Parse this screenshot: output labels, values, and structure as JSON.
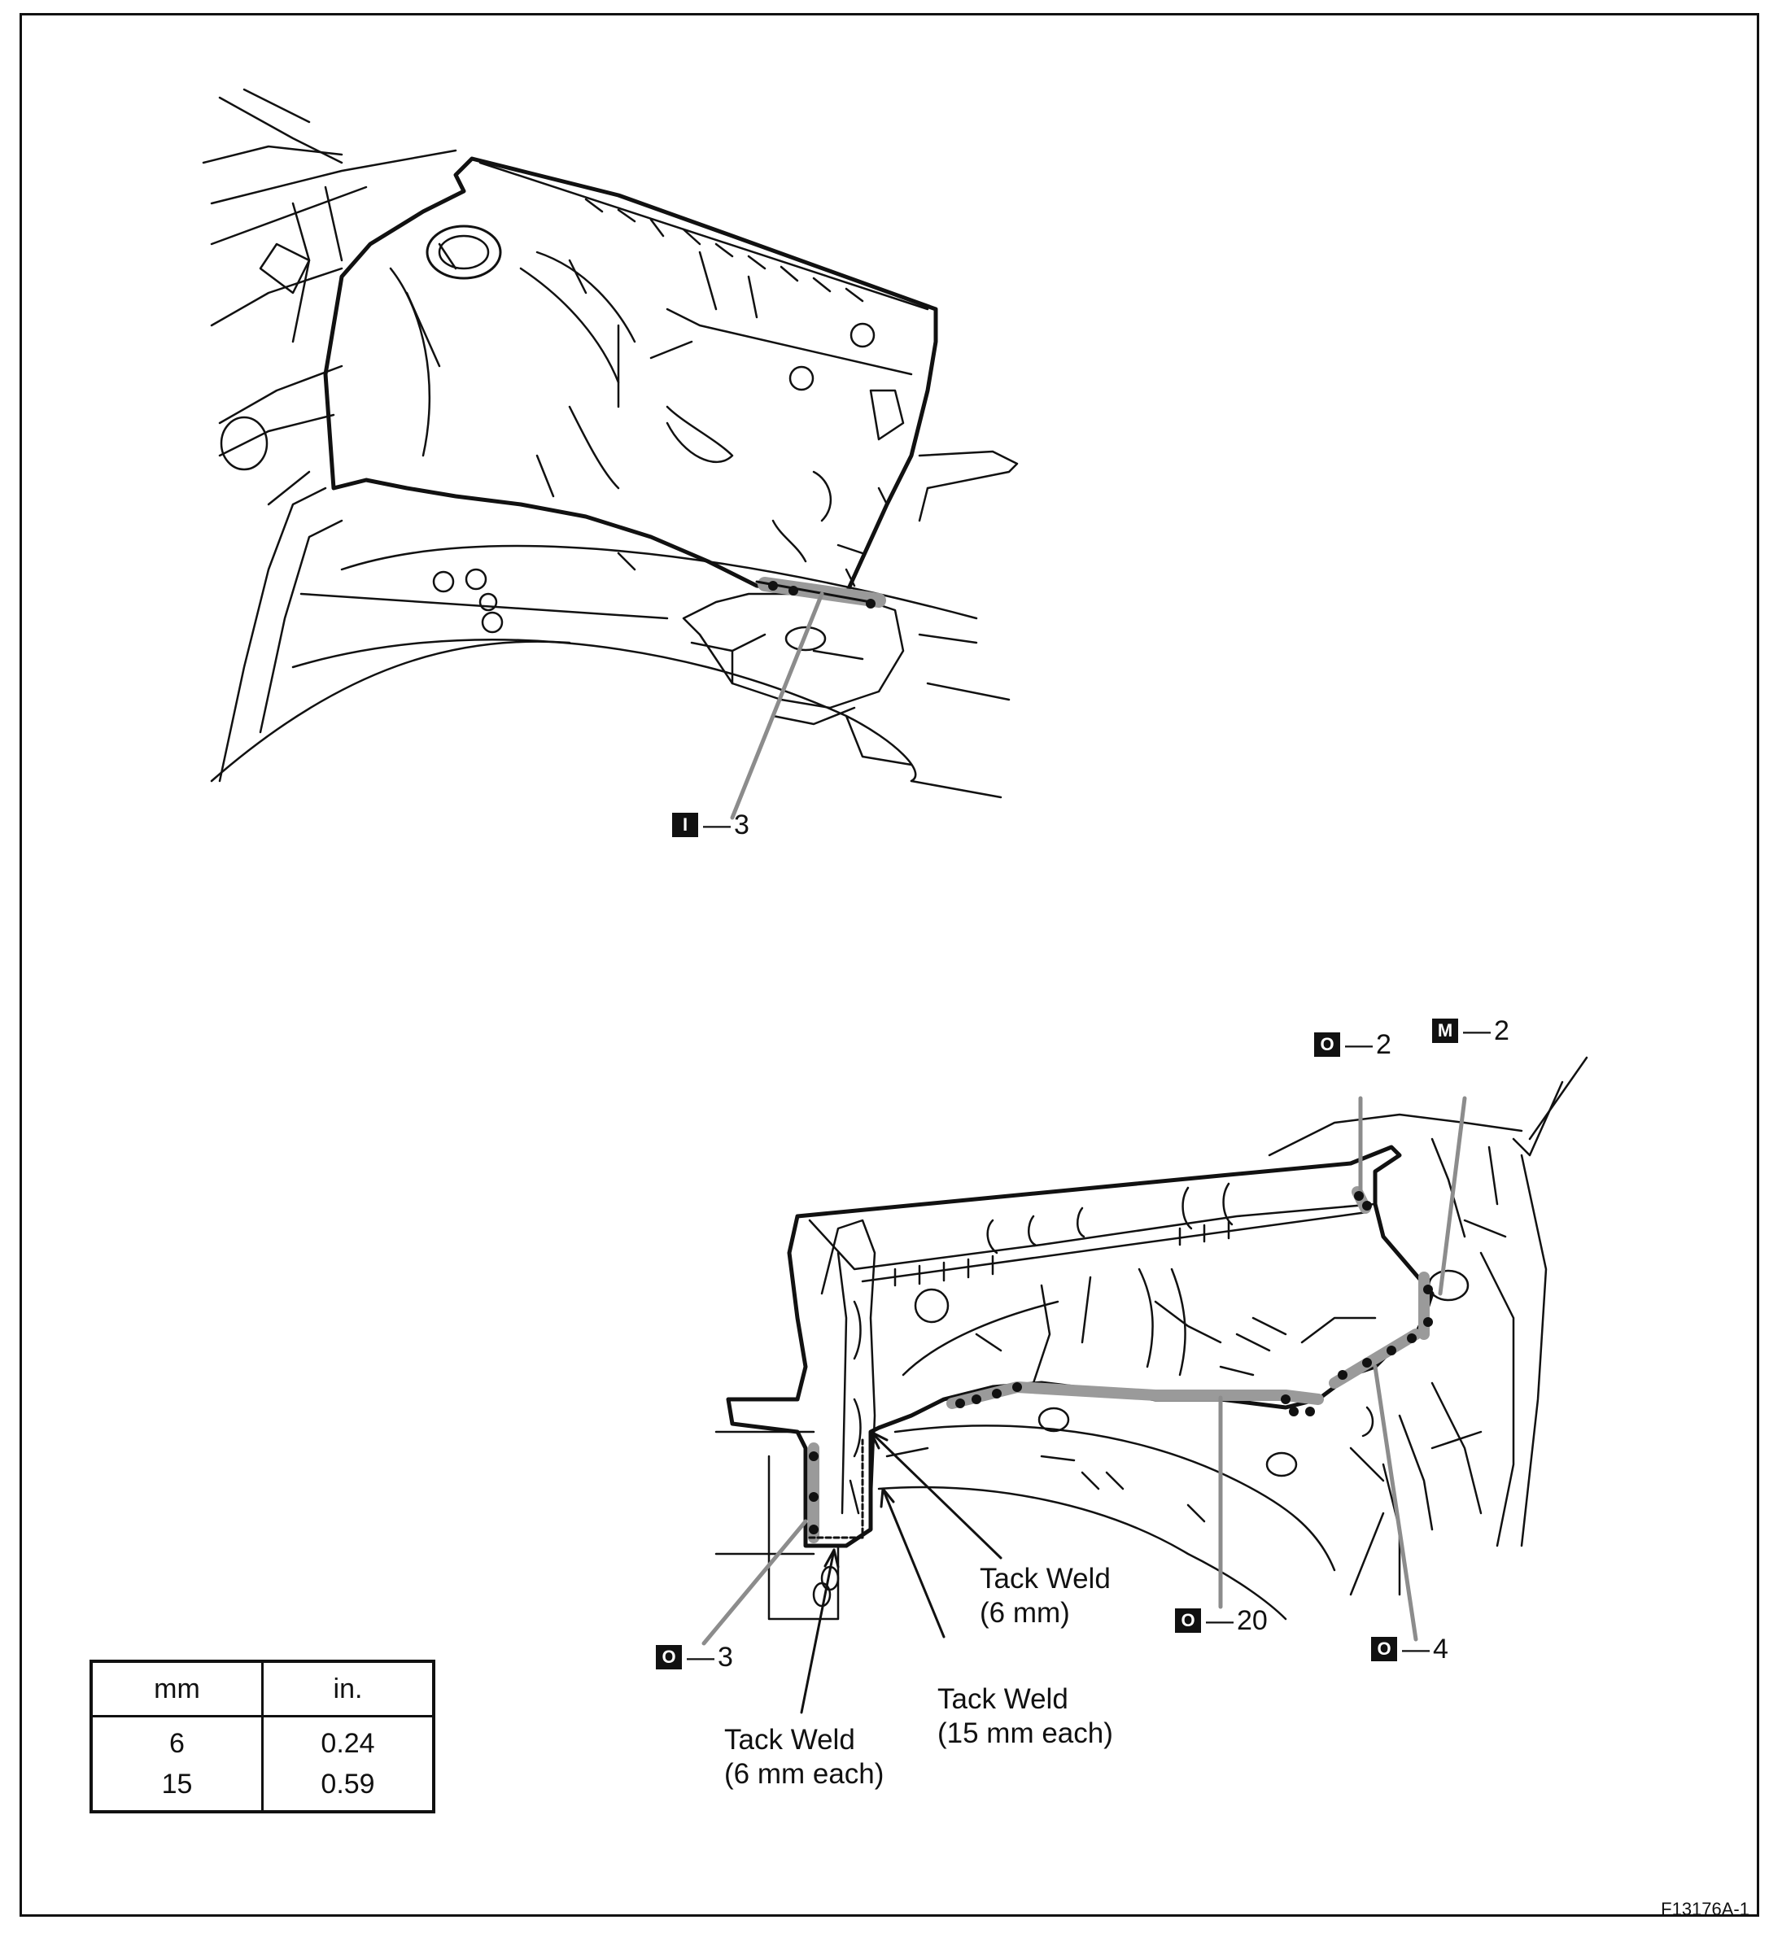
{
  "callouts": {
    "top_i3": {
      "symbol": "I",
      "value": "3"
    },
    "o2": {
      "symbol": "O",
      "value": "2"
    },
    "m2": {
      "symbol": "M",
      "value": "2"
    },
    "o3": {
      "symbol": "O",
      "value": "3"
    },
    "o20": {
      "symbol": "O",
      "value": "20"
    },
    "o4": {
      "symbol": "O",
      "value": "4"
    }
  },
  "notes": {
    "tack_6mm": "Tack Weld\n(6 mm)",
    "tack_15mm_each": "Tack Weld\n(15 mm each)",
    "tack_6mm_each": "Tack Weld\n(6 mm each)"
  },
  "conversion_table": {
    "headers": [
      "mm",
      "in."
    ],
    "rows": [
      [
        "6",
        "0.24"
      ],
      [
        "15",
        "0.59"
      ]
    ]
  },
  "figure_id": "F13176A-1",
  "colors": {
    "line": "#111111",
    "weld_highlight": "#9a9a9a",
    "background": "#ffffff"
  }
}
